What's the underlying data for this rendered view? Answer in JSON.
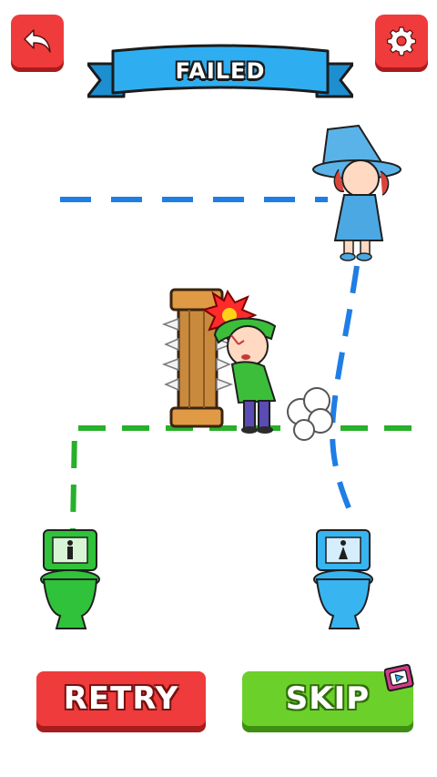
{
  "header": {
    "status_title": "FAILED",
    "back_icon": "back-arrow-icon",
    "settings_icon": "gear-icon"
  },
  "buttons": {
    "retry_label": "RETRY",
    "skip_label": "SKIP",
    "skip_badge_icon": "video-ad-icon"
  },
  "colors": {
    "danger_red": "#ef3b3b",
    "success_green": "#6cd02a",
    "banner_blue": "#2eaef0",
    "path_blue": "#1f7de6",
    "path_green": "#27b02a",
    "toilet_green": "#2fc23a",
    "toilet_blue": "#38b4f0"
  }
}
